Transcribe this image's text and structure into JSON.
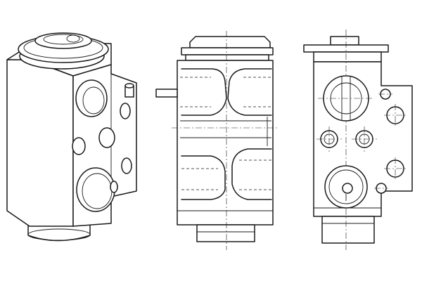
{
  "figure": {
    "subject": "expansion-valve",
    "views": [
      "isometric",
      "side-section",
      "front"
    ]
  }
}
